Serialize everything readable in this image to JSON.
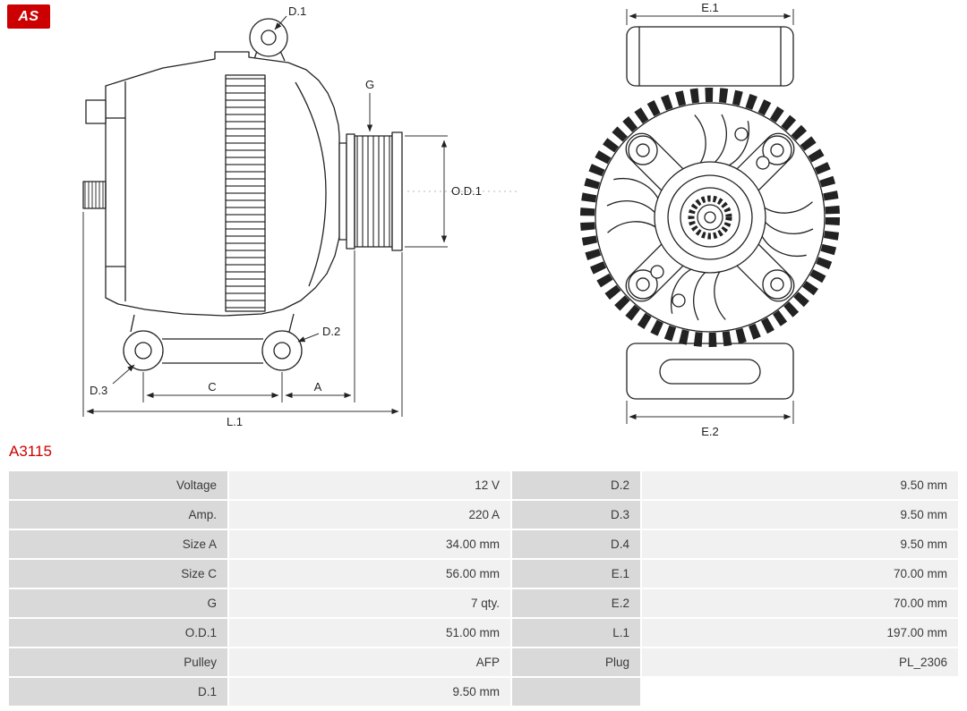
{
  "brand": {
    "logo_text": "AS"
  },
  "part_number": "A3115",
  "diagram": {
    "labels": {
      "d1": "D.1",
      "g": "G",
      "od1": "O.D.1",
      "d2": "D.2",
      "d3": "D.3",
      "c": "C",
      "a": "A",
      "l1": "L.1",
      "e1": "E.1",
      "e2": "E.2"
    }
  },
  "colors": {
    "brand_red": "#cc0000",
    "table_label_bg": "#d9d9d9",
    "table_value_bg": "#f1f1f1"
  },
  "specs": {
    "rows": [
      {
        "label1": "Voltage",
        "value1": "12 V",
        "label2": "D.2",
        "value2": "9.50 mm"
      },
      {
        "label1": "Amp.",
        "value1": "220 A",
        "label2": "D.3",
        "value2": "9.50 mm"
      },
      {
        "label1": "Size A",
        "value1": "34.00 mm",
        "label2": "D.4",
        "value2": "9.50 mm"
      },
      {
        "label1": "Size C",
        "value1": "56.00 mm",
        "label2": "E.1",
        "value2": "70.00 mm"
      },
      {
        "label1": "G",
        "value1": "7 qty.",
        "label2": "E.2",
        "value2": "70.00 mm"
      },
      {
        "label1": "O.D.1",
        "value1": "51.00 mm",
        "label2": "L.1",
        "value2": "197.00 mm"
      },
      {
        "label1": "Pulley",
        "value1": "AFP",
        "label2": "Plug",
        "value2": "PL_2306"
      },
      {
        "label1": "D.1",
        "value1": "9.50 mm",
        "label2": "",
        "value2": ""
      }
    ]
  }
}
